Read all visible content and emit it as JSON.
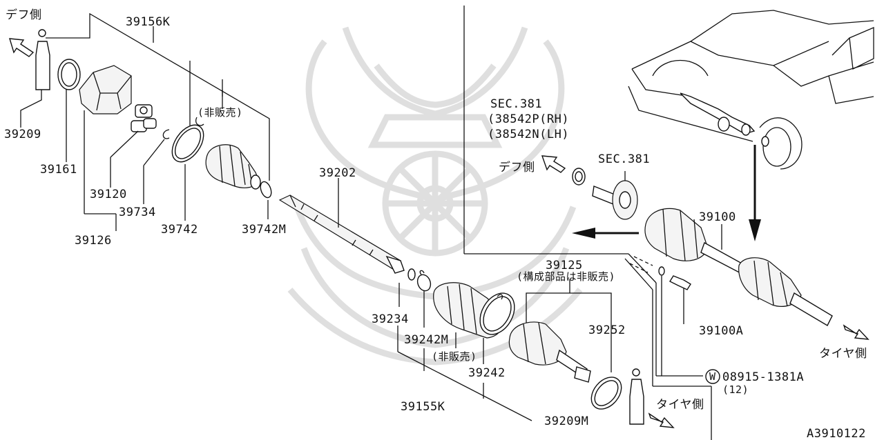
{
  "diagram": {
    "code": "A3910122",
    "direction_labels": {
      "diff_side_top_left": "デフ側",
      "diff_side_middle": "デフ側",
      "tire_side_right": "タイヤ側",
      "tire_side_bottom": "タイヤ側"
    },
    "not_sold_labels": {
      "left_boot": "(非販売)",
      "right_boot": "(非販売)",
      "kit": "(構成部品は非販売)"
    },
    "sec_reference": {
      "line1": "SEC.381",
      "line2": "(38542P(RH)",
      "line3": "(38542N(LH)",
      "sec_right": "SEC.381"
    },
    "bolt_note": {
      "part": "08915-1381A",
      "qty": "(12)",
      "symbol": "W"
    },
    "parts": [
      {
        "id": "p39156K",
        "label": "39156K"
      },
      {
        "id": "p39209",
        "label": "39209"
      },
      {
        "id": "p39161",
        "label": "39161"
      },
      {
        "id": "p39120",
        "label": "39120"
      },
      {
        "id": "p39734",
        "label": "39734"
      },
      {
        "id": "p39126",
        "label": "39126"
      },
      {
        "id": "p39742",
        "label": "39742"
      },
      {
        "id": "p39742M",
        "label": "39742M"
      },
      {
        "id": "p39202",
        "label": "39202"
      },
      {
        "id": "p39234",
        "label": "39234"
      },
      {
        "id": "p39242M",
        "label": "39242M"
      },
      {
        "id": "p39242",
        "label": "39242"
      },
      {
        "id": "p39155K",
        "label": "39155K"
      },
      {
        "id": "p39125",
        "label": "39125"
      },
      {
        "id": "p39252",
        "label": "39252"
      },
      {
        "id": "p39209M",
        "label": "39209M"
      },
      {
        "id": "p39100",
        "label": "39100"
      },
      {
        "id": "p39100A",
        "label": "39100A"
      }
    ]
  }
}
